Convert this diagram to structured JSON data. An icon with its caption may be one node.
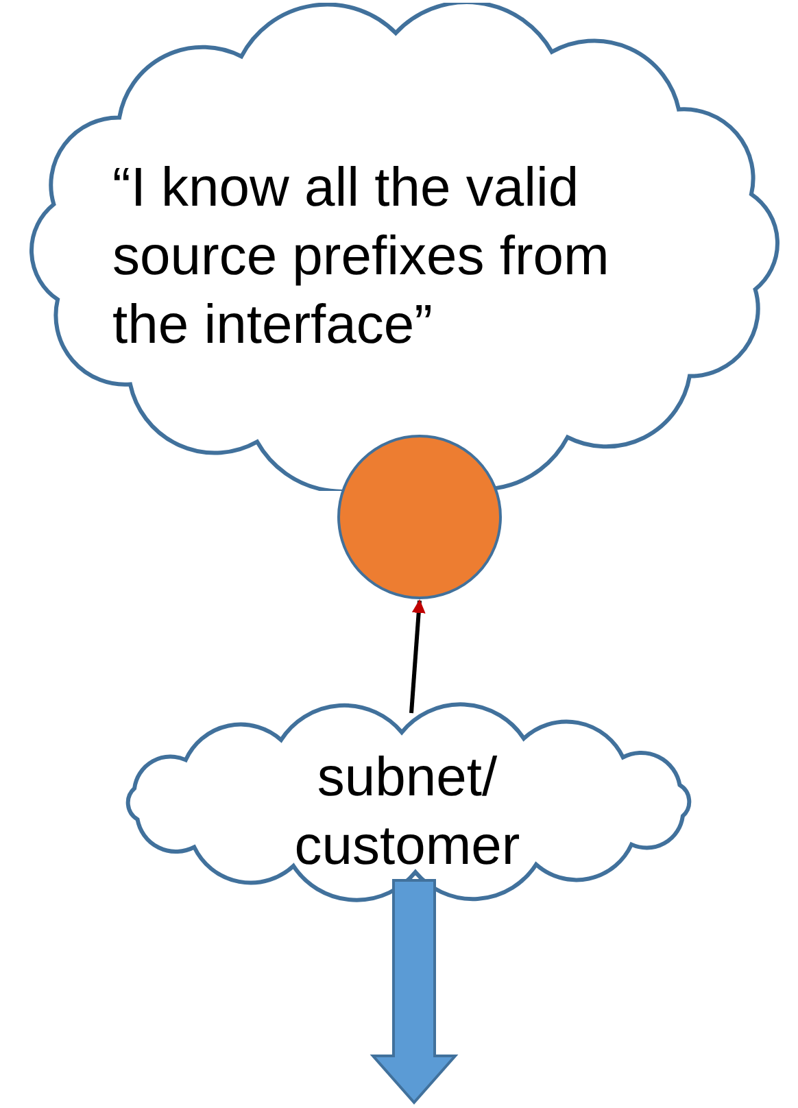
{
  "diagram": {
    "nodes": [
      {
        "text": [
          "“I know all the valid source prefixes from the interface”"
        ]
      },
      {
        "text": [],
        "shape": "circle"
      },
      {
        "text": [
          "subnet/ customer"
        ]
      }
    ],
    "edges": [
      {
        "from": 2,
        "to": 1,
        "arrow": "to"
      },
      {
        "from": 2,
        "to": null,
        "arrow": "to",
        "style": "thick",
        "color": "#5b9bd5"
      }
    ]
  }
}
